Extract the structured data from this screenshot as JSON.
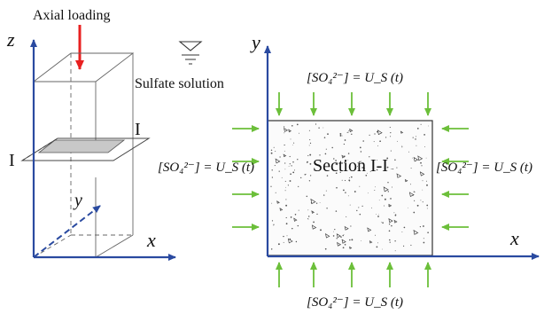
{
  "left_diagram": {
    "loading_label": "Axial loading",
    "solution_label": "Sulfate solution",
    "axis_z": "z",
    "axis_x": "x",
    "axis_y": "y",
    "plane_label_right": "I",
    "plane_label_left": "I"
  },
  "right_diagram": {
    "axis_y": "y",
    "axis_x": "x",
    "section_label": "Section I-I",
    "boundary_top": "[SO₄²⁻] = U_S (t)",
    "boundary_left": "[SO₄²⁻] = U_S (t)",
    "boundary_right": "[SO₄²⁻] = U_S (t)",
    "boundary_bottom": "[SO₄²⁻] = U_S (t)"
  },
  "colors": {
    "axis": "#2a4aa0",
    "load_arrow": "#e82020",
    "flux_arrow": "#6cbf3a",
    "section_fill": "#c8c8c8"
  }
}
